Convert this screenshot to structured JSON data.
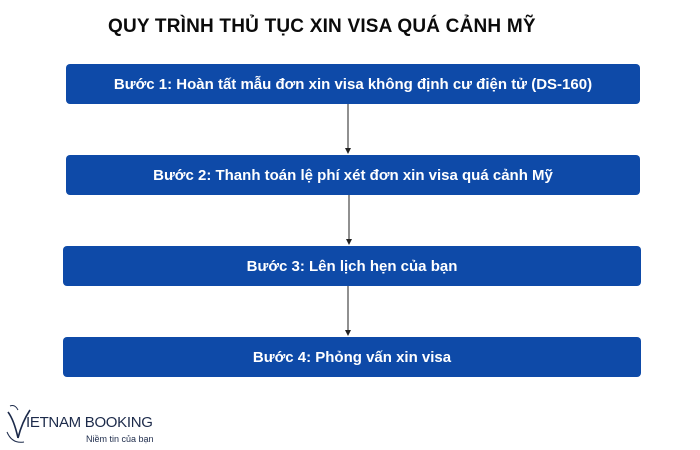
{
  "diagram": {
    "title": "QUY TRÌNH THỦ TỤC XIN VISA QUÁ CẢNH MỸ",
    "steps": [
      {
        "label": "Bước 1: Hoàn tất mẫu đơn xin visa không định cư điện tử (DS-160)"
      },
      {
        "label": "Bước 2: Thanh toán lệ phí xét đơn xin visa quá cảnh Mỹ"
      },
      {
        "label": "Bước 3: Lên lịch hẹn của bạn"
      },
      {
        "label": "Bước 4: Phỏng vấn xin visa"
      }
    ],
    "colors": {
      "box_fill": "#0e4aa8",
      "box_text": "#ffffff",
      "title_text": "#0b0b0b",
      "arrow": "#222222"
    }
  },
  "logo": {
    "name": "VIETNAM BOOKING",
    "name_shown": "IETNAM BOOKING",
    "tagline": "Niềm tin của bạn",
    "icon": "vietnam-booking-logo-mark"
  }
}
